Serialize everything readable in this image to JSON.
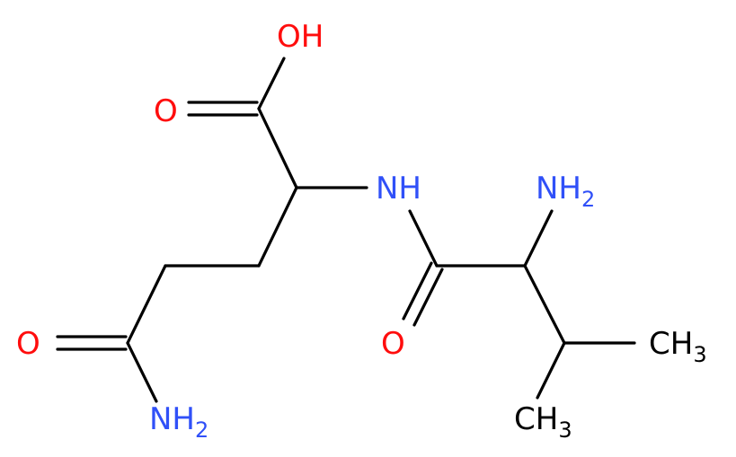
{
  "molecule": {
    "atoms": {
      "oh": "OH",
      "carbonyl_o_top": "O",
      "nh": "NH",
      "nh2_top": {
        "symbol": "NH",
        "subscript": "2"
      },
      "carbonyl_o_amide": "O",
      "carbonyl_o_left": "O",
      "nh2_bottom": {
        "symbol": "NH",
        "subscript": "2"
      },
      "ch3_right": {
        "symbol": "CH",
        "subscript": "3"
      },
      "ch3_bottom": {
        "symbol": "CH",
        "subscript": "3"
      }
    },
    "colors": {
      "oxygen": "#ff0d0d",
      "nitrogen": "#3050f8",
      "carbon": "#000000",
      "bond": "#000000"
    }
  }
}
